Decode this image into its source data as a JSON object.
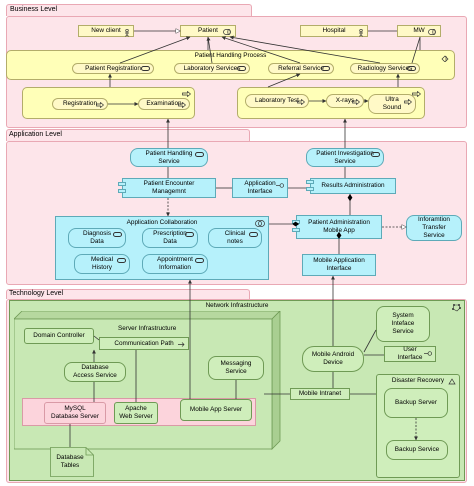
{
  "layers": {
    "business": "Business Level",
    "application": "Application Level",
    "technology": "Technology Level"
  },
  "business": {
    "new_client": "New client",
    "patient": "Patient",
    "hospital": "Hospital",
    "mw": "MW",
    "process_title": "Patient Handling Process",
    "patient_registration": "Patient Registration",
    "laboratory_services": "Laboratory Services",
    "referral_service": "Referral Service",
    "radiology_services": "Radiology Services",
    "registration": "Registration",
    "examination": "Examination",
    "laboratory_test": "Laboratory Test",
    "xrays": "X-rays",
    "ultra_sound": "Ultra Sound"
  },
  "application": {
    "patient_handling_service": "Patient Handling Service",
    "patient_investigation_service": "Patient Investigation Service",
    "patient_encounter": "Patient Encounter Managemnt",
    "application_interface": "Application Interface",
    "results_administration": "Results Administration",
    "collaboration_title": "Application Collaboration",
    "diagnosis_data": "Diagnosis Data",
    "prescription_data": "Prescription Data",
    "clinical_notes": "Clinical notes",
    "medical_history": "Medical History",
    "appointment_information": "Appointment Information",
    "patient_admin_app": "Patient Administration Mobile App",
    "information_transfer": "Inforamtion Transfer Service",
    "mobile_app_interface": "Mobile Application Interface"
  },
  "technology": {
    "network_infrastructure": "Network Infrastructure",
    "domain_controller": "Domain Controller",
    "server_infrastructure": "Server Infrastructure",
    "communication_path": "Communication Path",
    "database_access": "Database Access Service",
    "messaging_service": "Messaging Service",
    "mysql_server": "MySQL Database Server",
    "apache_server": "Apache Web Server",
    "mobile_app_server": "Mobile App Server",
    "database_tables": "Database Tables",
    "system_interface": "System Inteface Service",
    "user_interface": "User Interface",
    "mobile_android": "Mobile Android Device",
    "mobile_intranet": "Mobile Intranet",
    "disaster_recovery": "Disaster Recovery",
    "backup_server_inner": "Backup Server",
    "backup_service": "Backup Service"
  },
  "colors": {
    "layer_fill": "#fde5ea",
    "business": "#fff9c7",
    "application": "#b6f1fb",
    "technology": "#c8e8b4",
    "node_fill": "#fcd4dc"
  },
  "icons": [
    "actor-icon",
    "role-icon",
    "service-icon",
    "process-icon",
    "event-icon",
    "collaboration-icon",
    "interface-icon",
    "component-icon",
    "network-icon",
    "node-icon",
    "artifact-icon"
  ]
}
